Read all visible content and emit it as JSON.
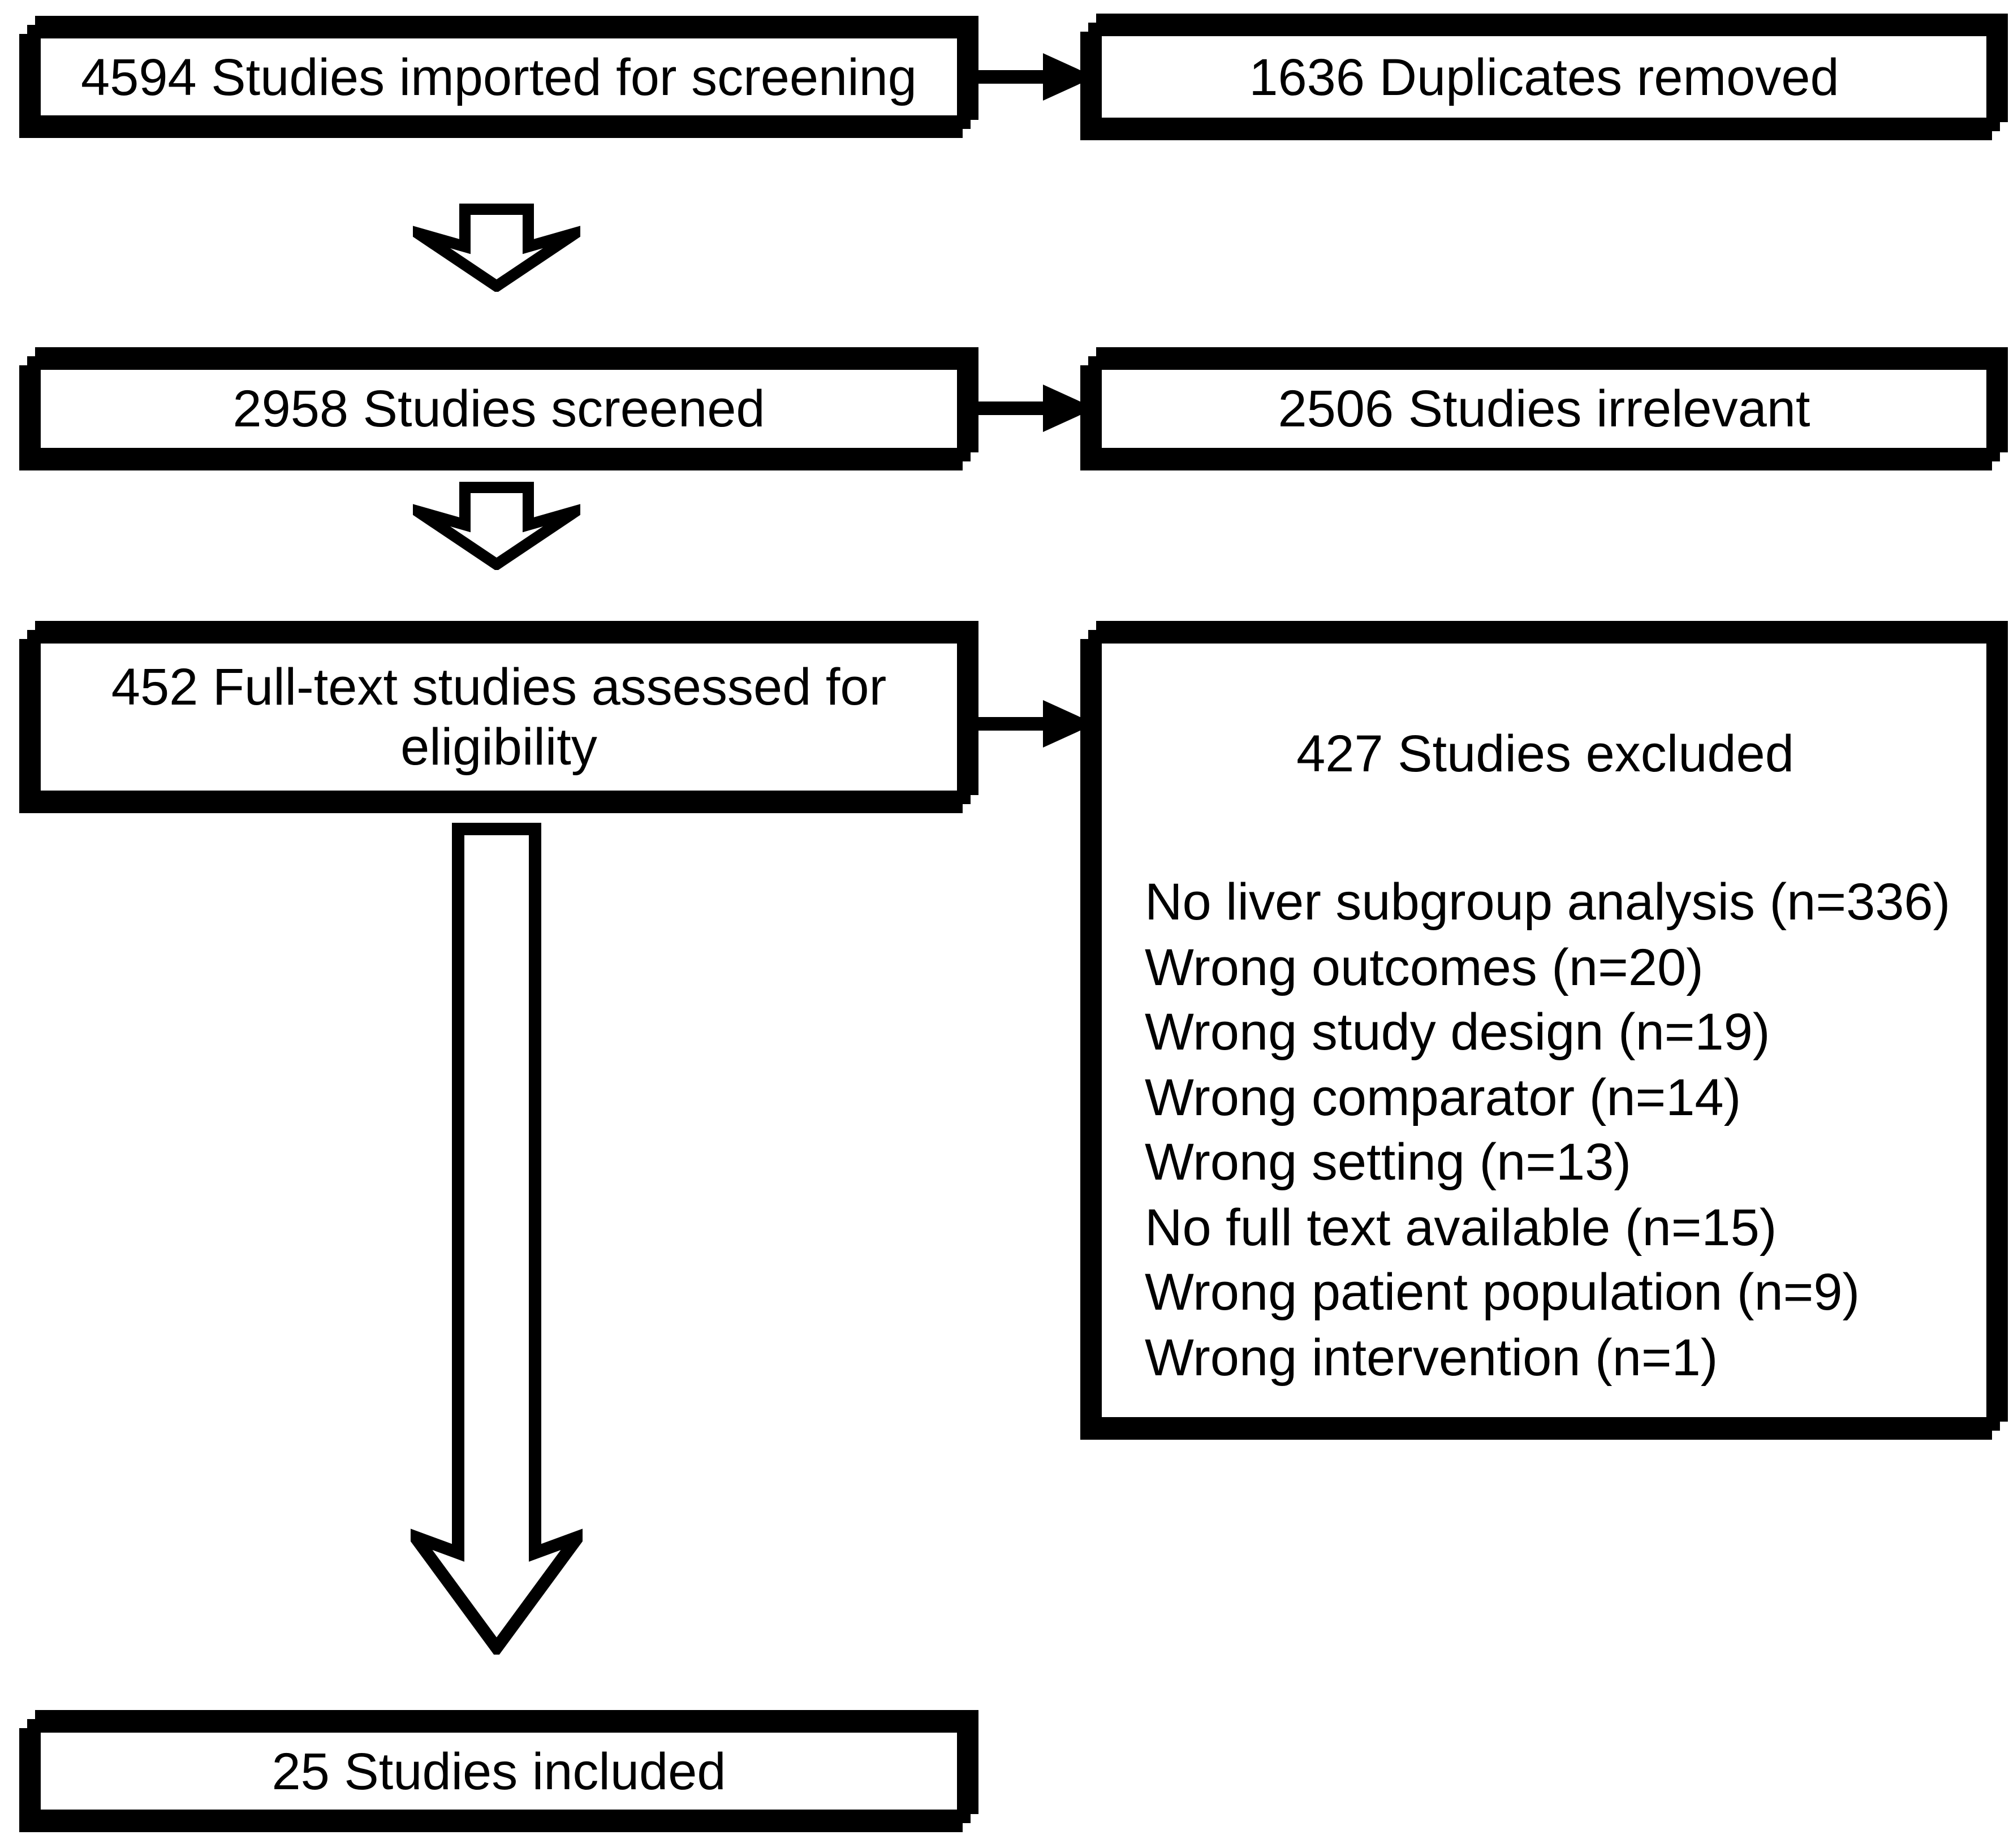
{
  "boxes": {
    "imported": {
      "label": "4594 Studies imported for screening"
    },
    "duplicates": {
      "label": "1636 Duplicates removed"
    },
    "screened": {
      "label": "2958 Studies screened"
    },
    "irrelevant": {
      "label": "2506 Studies irrelevant"
    },
    "fulltext": {
      "line1": "452 Full-text studies assessed for",
      "line2": "eligibility"
    },
    "excluded": {
      "title": "427 Studies excluded",
      "reasons": [
        "No liver subgroup analysis (n=336)",
        "Wrong outcomes (n=20)",
        "Wrong study design (n=19)",
        "Wrong comparator (n=14)",
        "Wrong setting (n=13)",
        "No full text available (n=15)",
        "Wrong patient population (n=9)",
        "Wrong intervention (n=1)"
      ]
    },
    "included": {
      "label": "25 Studies included"
    }
  },
  "colors": {
    "border": "#000000",
    "fill": "#ffffff",
    "text": "#000000",
    "background": "#ffffff"
  }
}
